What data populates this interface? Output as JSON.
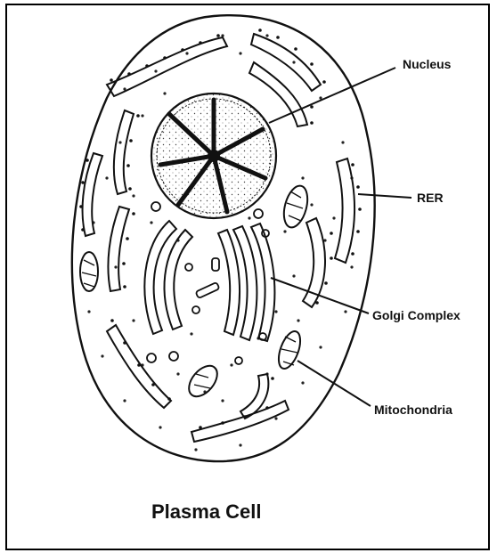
{
  "title": "Plasma Cell",
  "labels": {
    "nucleus": "Nucleus",
    "rer": "RER",
    "golgi": "Golgi Complex",
    "mitochondria": "Mitochondria"
  },
  "colors": {
    "ink": "#111111",
    "background": "#ffffff"
  }
}
